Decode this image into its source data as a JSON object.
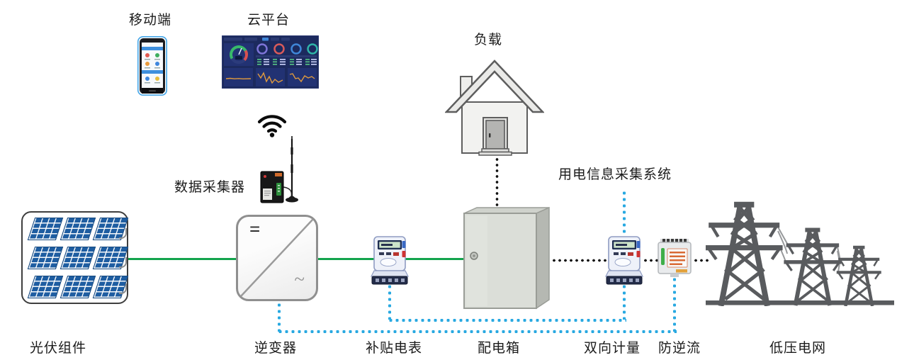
{
  "colors": {
    "pv-line": "#14a44d",
    "comm-line": "#29a9e1",
    "grid-line": "#141414"
  },
  "labels": {
    "mobile": "移动端",
    "cloud": "云平台",
    "load": "负载",
    "collector": "数据采集器",
    "info_system": "用电信息采集系统",
    "pv": "光伏组件",
    "inverter": "逆变器",
    "subsidy_meter": "补贴电表",
    "dist_box": "配电箱",
    "bidir_meter": "双向计量",
    "anti_backflow": "防逆流",
    "grid": "低压电网"
  },
  "symbols": {
    "dc": "=",
    "ac": "~"
  }
}
